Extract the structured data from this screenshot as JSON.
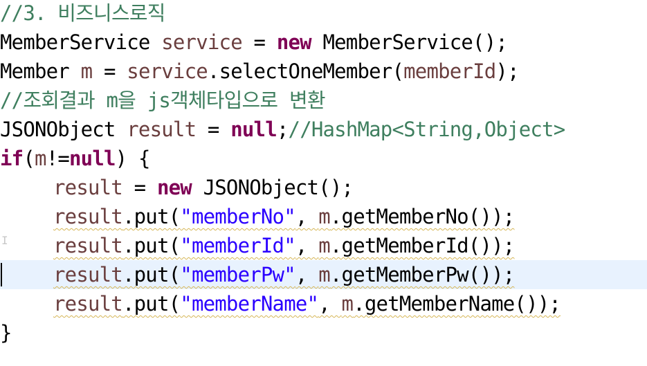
{
  "editor": {
    "lines": [
      [
        {
          "t": "//3. 비즈니스로직",
          "c": "cm"
        }
      ],
      [
        {
          "t": "MemberService ",
          "c": "plain"
        },
        {
          "t": "service",
          "c": "var"
        },
        {
          "t": " = ",
          "c": "plain"
        },
        {
          "t": "new",
          "c": "kw"
        },
        {
          "t": " MemberService();",
          "c": "plain"
        }
      ],
      [
        {
          "t": "Member ",
          "c": "plain"
        },
        {
          "t": "m",
          "c": "var"
        },
        {
          "t": " = ",
          "c": "plain"
        },
        {
          "t": "service",
          "c": "var"
        },
        {
          "t": ".selectOneMember(",
          "c": "plain"
        },
        {
          "t": "memberId",
          "c": "var"
        },
        {
          "t": ");",
          "c": "plain"
        }
      ],
      [
        {
          "t": "//조회결과 m을 js객체타입으로 변환",
          "c": "cm"
        }
      ],
      [
        {
          "t": "JSONObject ",
          "c": "plain"
        },
        {
          "t": "result",
          "c": "var"
        },
        {
          "t": " = ",
          "c": "plain"
        },
        {
          "t": "null",
          "c": "kw"
        },
        {
          "t": ";",
          "c": "plain"
        },
        {
          "t": "//HashMap<String,Object>",
          "c": "cm"
        }
      ],
      [
        {
          "t": "if",
          "c": "kw"
        },
        {
          "t": "(",
          "c": "plain"
        },
        {
          "t": "m",
          "c": "var"
        },
        {
          "t": "!=",
          "c": "plain"
        },
        {
          "t": "null",
          "c": "kw"
        },
        {
          "t": ") {",
          "c": "plain"
        }
      ],
      [
        {
          "t": "",
          "c": "indent"
        },
        {
          "t": "result",
          "c": "var"
        },
        {
          "t": " = ",
          "c": "plain"
        },
        {
          "t": "new",
          "c": "kw"
        },
        {
          "t": " JSONObject();",
          "c": "plain"
        }
      ],
      [
        {
          "t": "",
          "c": "indent"
        },
        {
          "t": "result",
          "c": "var squig"
        },
        {
          "t": ".put(",
          "c": "plain squig"
        },
        {
          "t": "\"memberNo\"",
          "c": "str squig"
        },
        {
          "t": ", ",
          "c": "plain squig"
        },
        {
          "t": "m",
          "c": "var squig"
        },
        {
          "t": ".getMemberNo());",
          "c": "plain squig"
        }
      ],
      [
        {
          "t": "",
          "c": "indent"
        },
        {
          "t": "result",
          "c": "var squig"
        },
        {
          "t": ".put(",
          "c": "plain squig"
        },
        {
          "t": "\"memberId\"",
          "c": "str squig"
        },
        {
          "t": ", ",
          "c": "plain squig"
        },
        {
          "t": "m",
          "c": "var squig"
        },
        {
          "t": ".getMemberId());",
          "c": "plain squig"
        }
      ],
      [
        {
          "t": "",
          "c": "indent"
        },
        {
          "t": "result",
          "c": "var squig"
        },
        {
          "t": ".put(",
          "c": "plain squig"
        },
        {
          "t": "\"memberPw\"",
          "c": "str squig"
        },
        {
          "t": ", ",
          "c": "plain squig"
        },
        {
          "t": "m",
          "c": "var squig"
        },
        {
          "t": ".getMemberPw());",
          "c": "plain squig"
        }
      ],
      [
        {
          "t": "",
          "c": "indent"
        },
        {
          "t": "result",
          "c": "var squig"
        },
        {
          "t": ".put(",
          "c": "plain squig"
        },
        {
          "t": "\"memberName\"",
          "c": "str squig"
        },
        {
          "t": ", ",
          "c": "plain squig"
        },
        {
          "t": "m",
          "c": "var squig"
        },
        {
          "t": ".getMemberName());",
          "c": "plain squig"
        }
      ],
      [
        {
          "t": "}",
          "c": "plain"
        }
      ]
    ],
    "current_line": 9,
    "colors": {
      "keyword": "#7f0055",
      "comment": "#3f7f5f",
      "string": "#2a00ff",
      "variable": "#6a3e3e",
      "current_line_bg": "#e8f2fe"
    }
  }
}
